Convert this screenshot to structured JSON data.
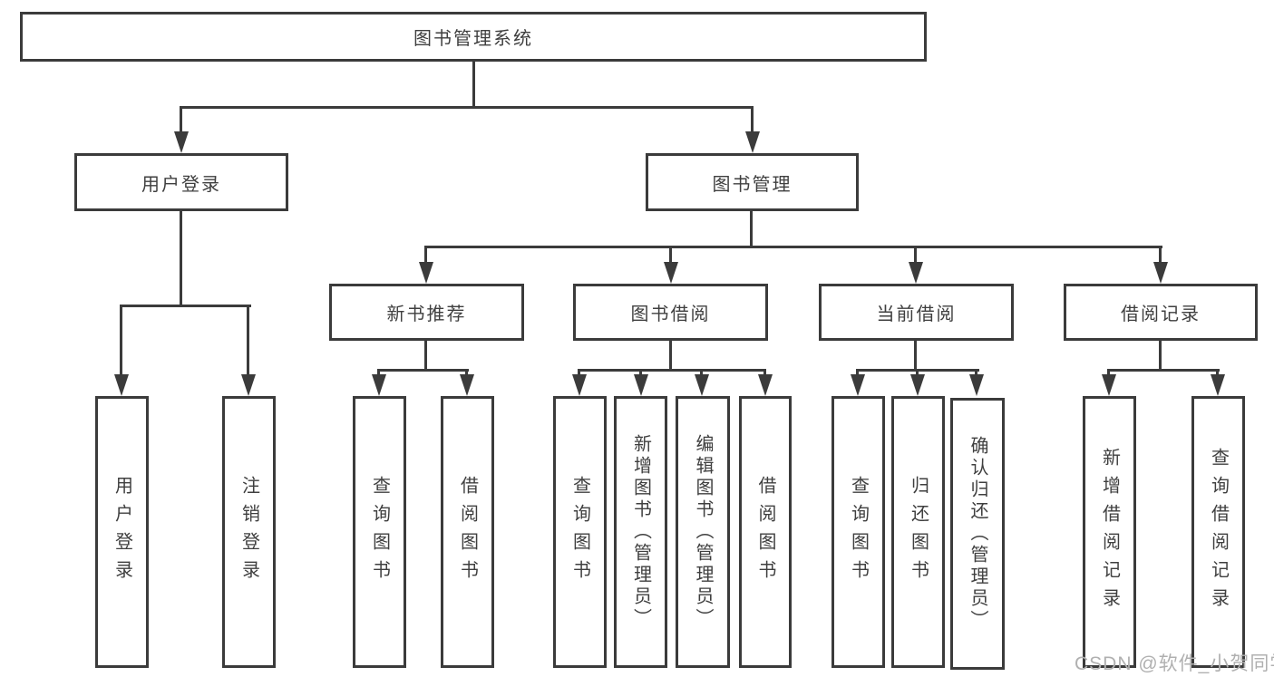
{
  "diagram_type": "hierarchy-tree",
  "colors": {
    "line": "#3b3b3b",
    "text": "#3f3f3f",
    "background": "#ffffff",
    "watermark": "#b0b0b0"
  },
  "tree": {
    "label": "图书管理系统",
    "children": [
      {
        "label": "用户登录",
        "children": [
          {
            "label": "用户登录"
          },
          {
            "label": "注销登录"
          }
        ]
      },
      {
        "label": "图书管理",
        "children": [
          {
            "label": "新书推荐",
            "children": [
              {
                "label": "查询图书"
              },
              {
                "label": "借阅图书"
              }
            ]
          },
          {
            "label": "图书借阅",
            "children": [
              {
                "label": "查询图书"
              },
              {
                "label": "新增图书（管理员）"
              },
              {
                "label": "编辑图书（管理员）"
              },
              {
                "label": "借阅图书"
              }
            ]
          },
          {
            "label": "当前借阅",
            "children": [
              {
                "label": "查询图书"
              },
              {
                "label": "归还图书"
              },
              {
                "label": "确认归还（管理员）"
              }
            ]
          },
          {
            "label": "借阅记录",
            "children": [
              {
                "label": "新增借阅记录"
              },
              {
                "label": "查询借阅记录"
              }
            ]
          }
        ]
      }
    ]
  },
  "watermark": {
    "text": "CSDN @软件_小贺同学"
  }
}
